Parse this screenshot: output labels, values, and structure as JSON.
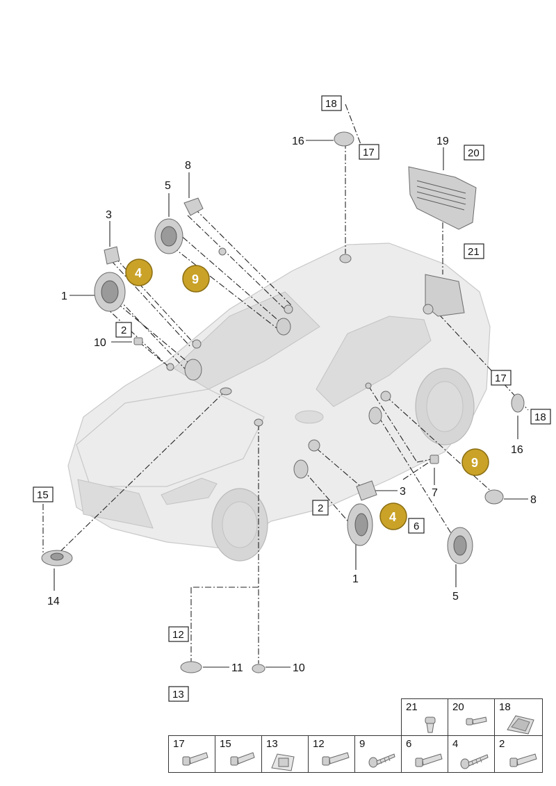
{
  "labels": {
    "l1a": "1",
    "l1b": "1",
    "l3a": "3",
    "l3b": "3",
    "l5a": "5",
    "l5b": "5",
    "l7": "7",
    "l8a": "8",
    "l8b": "8",
    "l10a": "10",
    "l10b": "10",
    "l11": "11",
    "l14": "14",
    "l16a": "16",
    "l16b": "16",
    "l19": "19"
  },
  "boxed_labels": {
    "b2a": "2",
    "b2b": "2",
    "b6": "6",
    "b12": "12",
    "b13": "13",
    "b15": "15",
    "b17a": "17",
    "b17b": "17",
    "b18a": "18",
    "b18b": "18",
    "b20": "20",
    "b21": "21"
  },
  "callouts": {
    "c4a": "4",
    "c4b": "4",
    "c9a": "9",
    "c9b": "9"
  },
  "fastener_table": {
    "top_row": [
      "21",
      "20",
      "18"
    ],
    "bottom_row": [
      "17",
      "15",
      "13",
      "12",
      "9",
      "6",
      "4",
      "2"
    ]
  },
  "colors": {
    "callout_fill": "#c9a227",
    "car_body": "#ececec",
    "part_gray": "#cfcfcf"
  }
}
